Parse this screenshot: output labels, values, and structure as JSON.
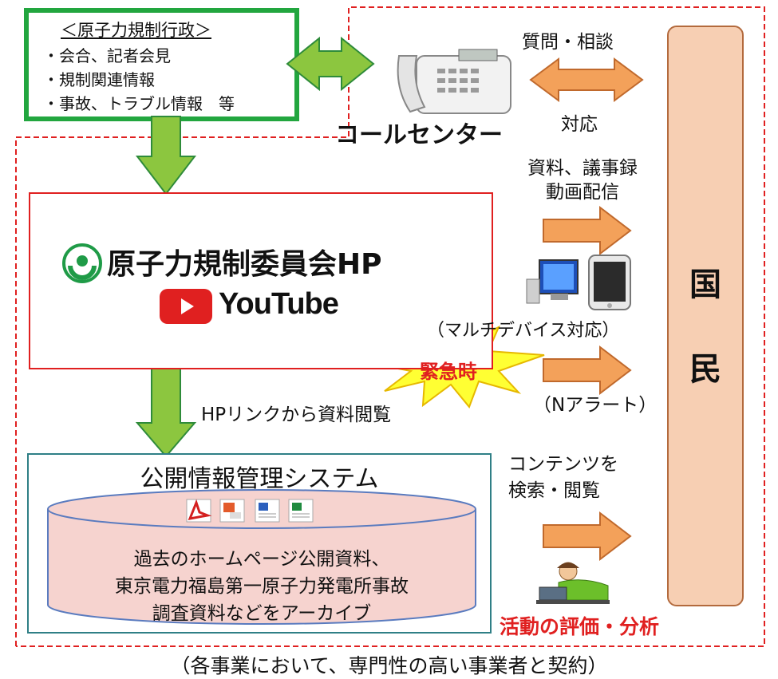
{
  "source_box": {
    "title": "＜原子力規制行政＞",
    "items": [
      "・会合、記者会見",
      "・規制関連情報",
      "・事故、トラブル情報　等"
    ]
  },
  "call_center": {
    "label": "コールセンター",
    "arrow_top": "質問・相談",
    "arrow_bottom": "対応"
  },
  "hp_box": {
    "title": "原子力規制委員会HP",
    "youtube": "YouTube"
  },
  "right_labels": {
    "materials_line1": "資料、議事録",
    "materials_line2": "動画配信",
    "multidevice": "（マルチデバイス対応）",
    "emergency": "緊急時",
    "nalert": "（Nアラート）",
    "contents_line1": "コンテンツを",
    "contents_line2": "検索・閲覧"
  },
  "hp_link_label": "HPリンクから資料閲覧",
  "system_box": {
    "title": "公開情報管理システム",
    "archive_lines": [
      "過去のホームページ公開資料、",
      "東京電力福島第一原子力発電所事故",
      "調査資料などをアーカイブ"
    ]
  },
  "kokumin": {
    "chars": [
      "国",
      "民"
    ]
  },
  "evaluation_label": "活動の評価・分析",
  "footer_caption": "（各事業において、専門性の高い事業者と契約）",
  "colors": {
    "green": "#8cc63f",
    "green_border": "#2e8b3a",
    "orange": "#f3a15a",
    "orange_border": "#c0692c",
    "red": "#e02020",
    "teal": "#2f7f86",
    "yellow": "#ffff33",
    "archive_fill": "#f6d3cf"
  }
}
